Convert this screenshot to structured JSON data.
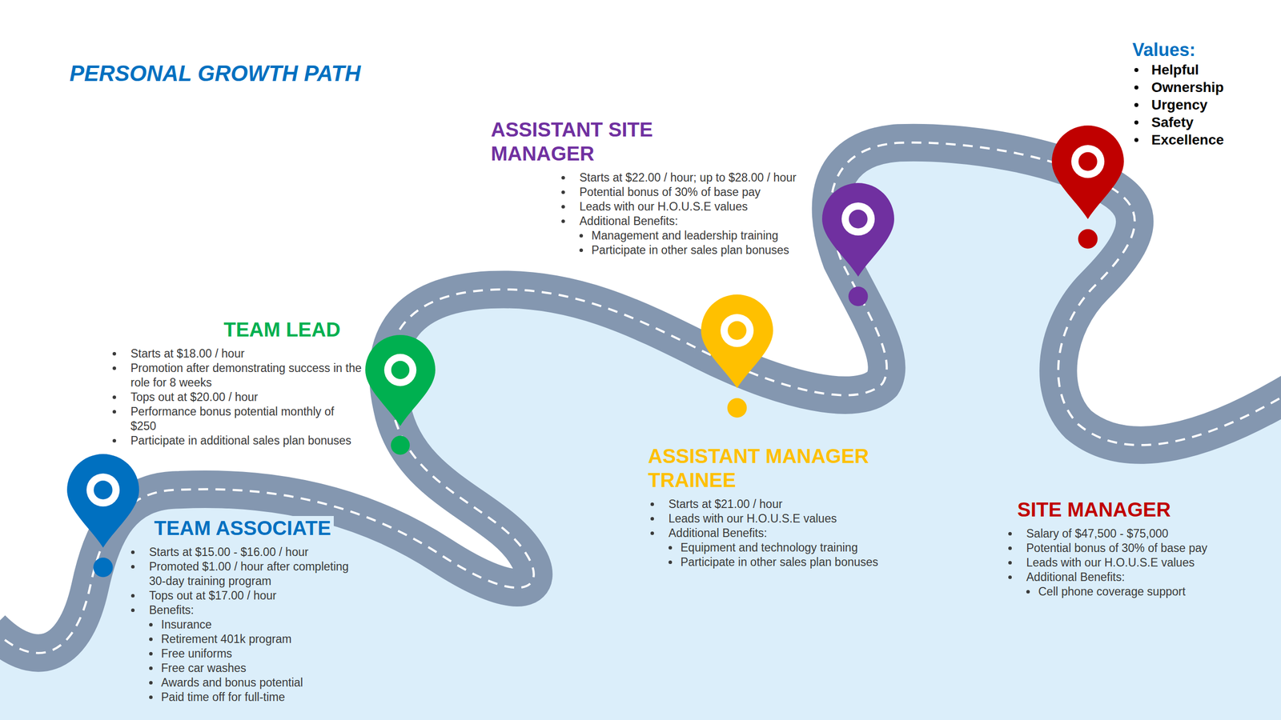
{
  "diagram": {
    "title": "PERSONAL GROWTH PATH",
    "nodes": [
      {
        "text": [
          "TEAM ASSOCIATE",
          "Starts at $15.00 - $16.00 / hour",
          "Promoted $1.00 / hour after completing 30-day training program",
          "Tops out at $17.00 / hour",
          "Benefits:",
          "Insurance",
          "Retirement 401k program",
          "Free uniforms",
          "Free car washes",
          "Awards and bonus potential",
          "Paid time off for full-time"
        ]
      },
      {
        "text": [
          "TEAM LEAD",
          "Starts at $18.00 / hour",
          "Promotion after demonstrating success in the role for 8 weeks",
          "Tops out at $20.00 / hour",
          "Performance bonus potential monthly of $250",
          "Participate in additional sales plan bonuses"
        ]
      },
      {
        "text": [
          "ASSISTANT MANAGER TRAINEE",
          "Starts at $21.00 / hour",
          "Leads with our H.O.U.S.E values",
          "Additional Benefits:",
          "Equipment and technology training",
          "Participate in other sales plan bonuses"
        ]
      },
      {
        "text": [
          "ASSISTANT SITE MANAGER",
          "Starts at $22.00 / hour; up to $28.00 / hour",
          "Potential bonus of 30% of base pay",
          "Leads with our H.O.U.S.E values",
          "Additional Benefits:",
          "Management and leadership training",
          "Participate in other sales plan bonuses"
        ]
      },
      {
        "text": [
          "SITE MANAGER",
          "Salary of $47,500 - $75,000",
          "Potential bonus of 30% of base pay",
          "Leads with our H.O.U.S.E values",
          "Additional Benefits:",
          "Cell phone coverage support"
        ]
      }
    ],
    "labels": [
      "Values:",
      "Helpful",
      "Ownership",
      "Urgency",
      "Safety",
      "Excellence"
    ]
  }
}
